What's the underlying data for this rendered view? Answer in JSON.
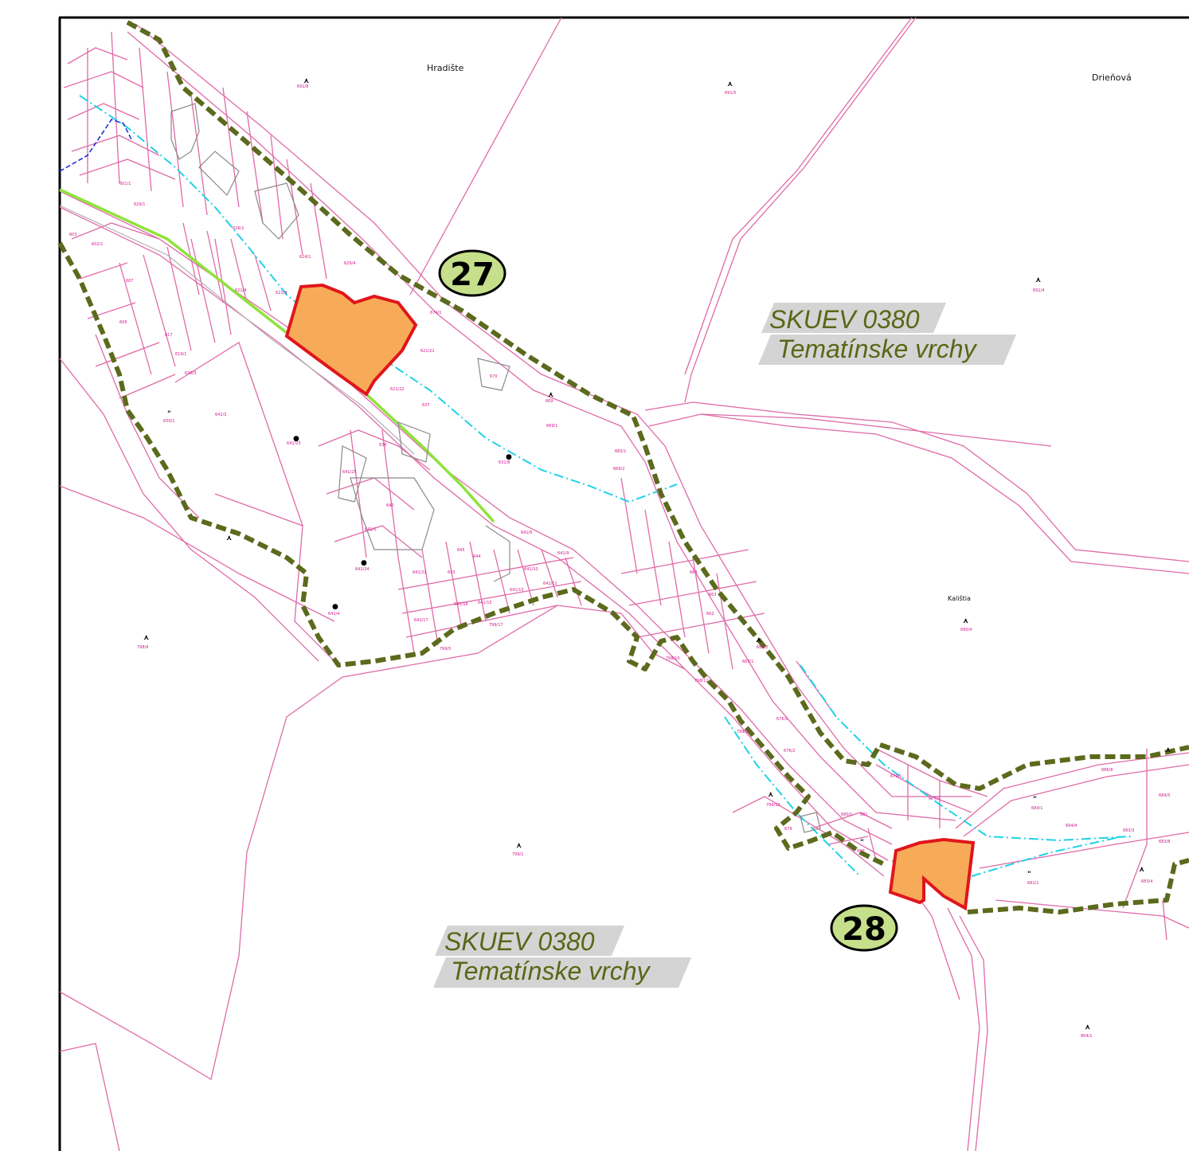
{
  "places": {
    "hradiste": "Hradište",
    "drienova": "Drieňová",
    "kalistia": "Kalištia"
  },
  "protected_areas": [
    {
      "code": "SKUEV 0380",
      "name": "Tematínske vrchy"
    },
    {
      "code": "SKUEV 0380",
      "name": "Tematínske vrchy"
    }
  ],
  "sites": [
    {
      "number": "27"
    },
    {
      "number": "28"
    }
  ],
  "parcels": [
    "691/8",
    "691/5",
    "691/4",
    "690/4",
    "798/9",
    "799/1",
    "804/1",
    "641/23",
    "641/4",
    "641/24",
    "641/22",
    "641/25",
    "641/1",
    "640",
    "636",
    "621/21",
    "621/22",
    "637",
    "631/8",
    "670",
    "669",
    "669/1",
    "669/2",
    "665/1",
    "629/1",
    "621/3",
    "621/4",
    "641/3",
    "630/1",
    "630/3",
    "619/1",
    "617",
    "607",
    "606",
    "603",
    "602/1",
    "601/1",
    "645",
    "644",
    "643",
    "641/9",
    "641/6",
    "641/11",
    "641/10",
    "641/16",
    "641/17",
    "641/13",
    "641/15",
    "799/5",
    "799/17",
    "798/10",
    "798/11",
    "799/12",
    "799/13",
    "676/1",
    "679",
    "680",
    "679/1",
    "677/1",
    "682/1",
    "683/4",
    "684/1",
    "684/5",
    "683/3",
    "683/8",
    "694/4",
    "686/8",
    "667/1",
    "662",
    "663",
    "664",
    "687/2",
    "676/2",
    "680/1",
    "681",
    "674/1",
    "624/1",
    "626/1",
    "629/4"
  ],
  "colors": {
    "boundary_dashed": "#5b6a1c",
    "parcel_line": "#e06aa8",
    "site_fill": "#f7ab58",
    "site_outline": "#e0151b",
    "road": "#8ee33b",
    "stream": "#1fd2e8",
    "badge_fill": "#c5df8a",
    "label_band": "#d4d4d4",
    "label_text": "#5a6616"
  },
  "icons": [
    "forest-symbol",
    "meadow-symbol",
    "building-outline"
  ]
}
